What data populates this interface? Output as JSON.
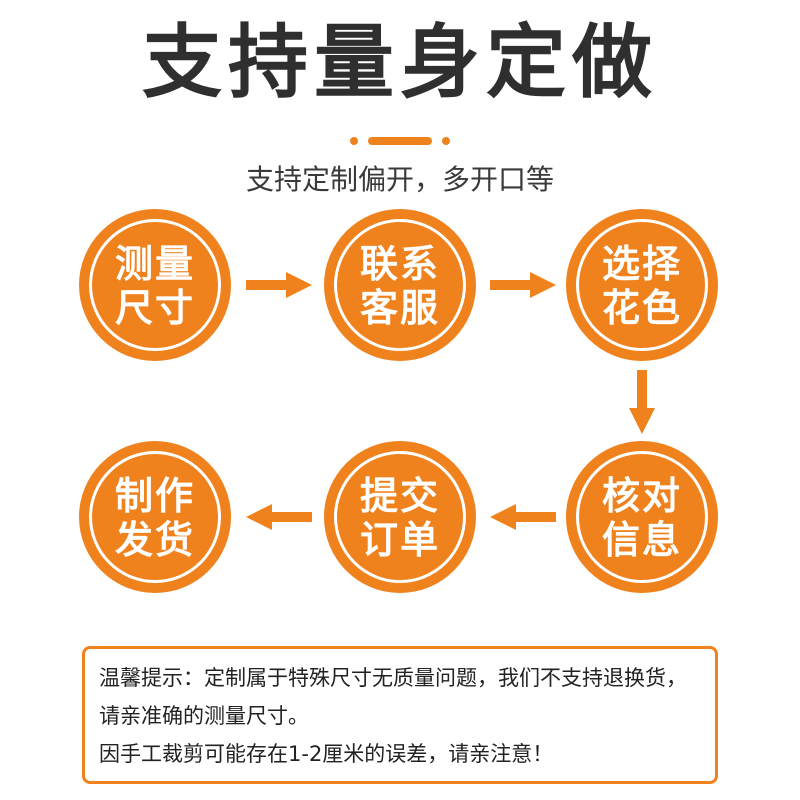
{
  "title": "支持量身定做",
  "subtitle": "支持定制偏开，多开口等",
  "accent_color": "#f0821e",
  "steps": [
    {
      "label": "测量\n尺寸"
    },
    {
      "label": "联系\n客服"
    },
    {
      "label": "选择\n花色"
    },
    {
      "label": "核对\n信息"
    },
    {
      "label": "提交\n订单"
    },
    {
      "label": "制作\n发货"
    }
  ],
  "arrows": {
    "right_icon": "arrow-right",
    "down_icon": "arrow-down",
    "left_icon": "arrow-left"
  },
  "note": {
    "line1": "温馨提示：定制属于特殊尺寸无质量问题，我们不支持退换货，请亲准确的测量尺寸。",
    "line2": "因手工裁剪可能存在1-2厘米的误差，请亲注意！"
  }
}
